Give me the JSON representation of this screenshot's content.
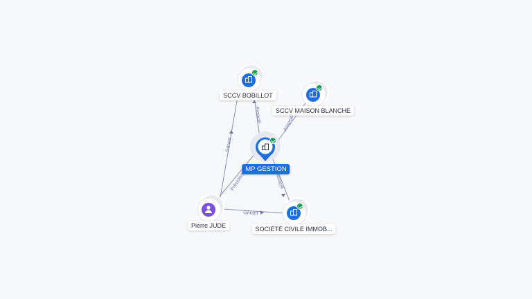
{
  "colors": {
    "company_fill": "#1d6fe0",
    "person_fill": "#7b4fe0",
    "check_badge": "#1f9d55",
    "edge": "#8a8fb3",
    "edge_label": "#6d73a3"
  },
  "nodes": {
    "sccv_bobillot": {
      "label": "SCCV BOBILLOT",
      "icon": "building-icon",
      "verified": true
    },
    "sccv_maison_blanche": {
      "label": "SCCV MAISON BLANCHE",
      "icon": "building-icon",
      "verified": true
    },
    "mp_gestion": {
      "label": "MP GESTION",
      "icon": "building-icon",
      "verified": true
    },
    "societe_civile": {
      "label": "SOCIÉTÉ CIVILE IMMOB...",
      "icon": "building-icon",
      "verified": true
    },
    "pierre_jude": {
      "label": "Pierre JUDE",
      "icon": "person-icon",
      "verified": false
    }
  },
  "edges": {
    "mp_to_bobillot": {
      "label": "Associé"
    },
    "mp_to_maison_blanche": {
      "label": "Associé"
    },
    "mp_to_societe": {
      "label": "Associé"
    },
    "pierre_to_mp": {
      "label": "Président"
    },
    "pierre_to_bobillot": {
      "label": "Gérant"
    },
    "pierre_to_societe": {
      "label": "Gérant"
    }
  }
}
